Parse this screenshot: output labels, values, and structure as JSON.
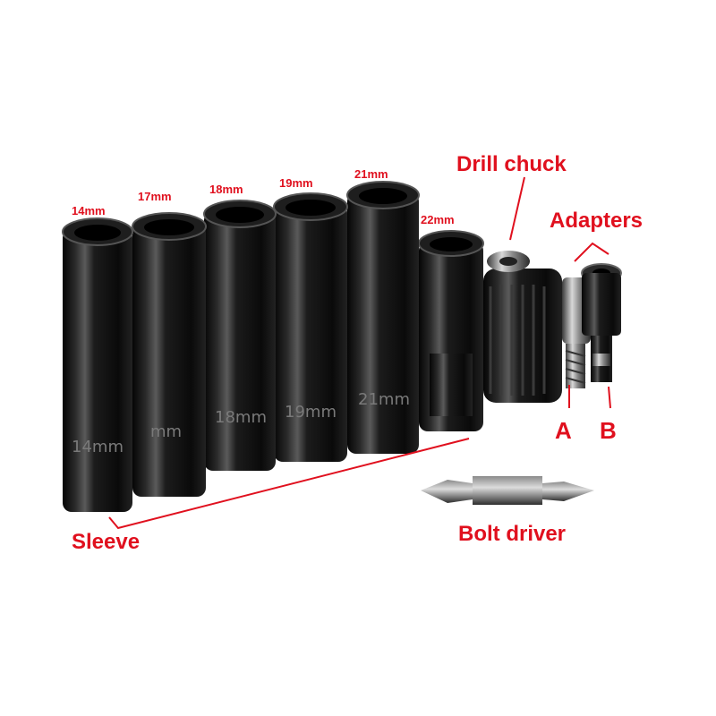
{
  "labels": {
    "sizes": [
      "14mm",
      "17mm",
      "18mm",
      "19mm",
      "21mm",
      "22mm"
    ],
    "drill_chuck": "Drill chuck",
    "adapters": "Adapters",
    "adapter_a": "A",
    "adapter_b": "B",
    "sleeve": "Sleeve",
    "bolt_driver": "Bolt driver"
  },
  "colors": {
    "label_red": "#e0101e",
    "socket_black": "#141414",
    "background": "#ffffff"
  }
}
